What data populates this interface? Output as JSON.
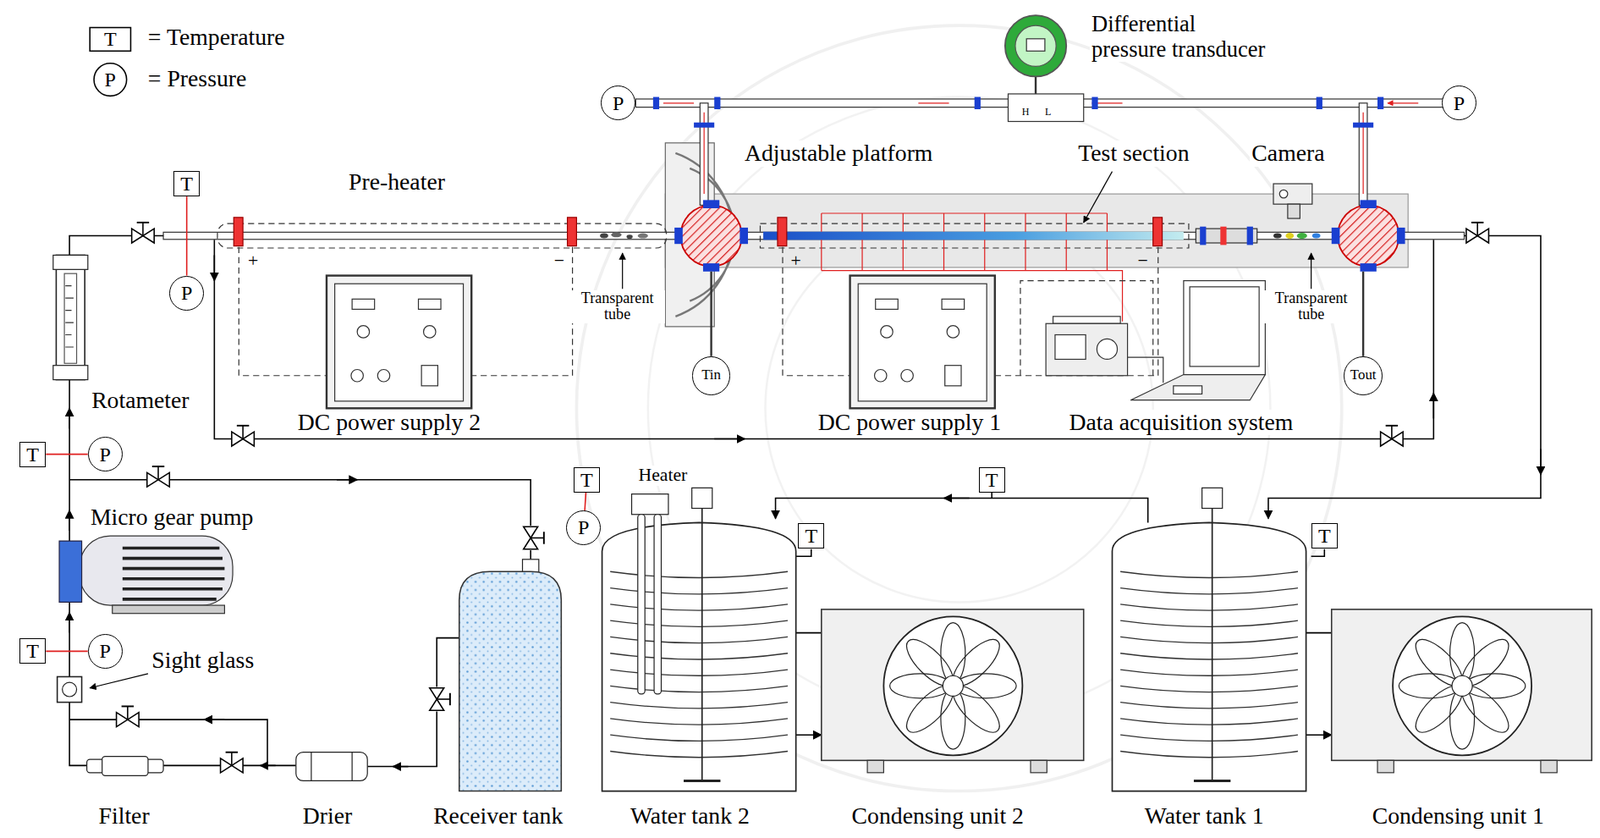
{
  "diagram": {
    "nodes": [
      {
        "text": [
          "T"
        ]
      },
      {
        "text": [
          "P"
        ]
      },
      {
        "text": [
          "P"
        ]
      },
      {
        "text": [
          "P"
        ]
      },
      {
        "text": [
          "Tin"
        ]
      },
      {
        "text": [
          "Tout"
        ]
      },
      {
        "text": [
          "T"
        ]
      },
      {
        "text": [
          "P"
        ]
      },
      {
        "text": [
          "T"
        ]
      },
      {
        "text": [
          "P"
        ]
      },
      {
        "text": [
          "T"
        ]
      },
      {
        "text": [
          "P"
        ]
      },
      {
        "text": [
          "T"
        ]
      },
      {
        "text": [
          "T"
        ]
      },
      {
        "text": [
          "T"
        ]
      }
    ],
    "edges": [
      {
        "from": 0,
        "to": 1,
        "arrow": "none"
      },
      {
        "from": 6,
        "to": 7,
        "arrow": "none"
      },
      {
        "from": 8,
        "to": 9,
        "arrow": "none"
      },
      {
        "from": 10,
        "to": 11,
        "arrow": "none"
      }
    ],
    "labels": [
      "T",
      "P",
      "Pre-heater",
      "Transparent tube",
      "Adjustable platform",
      "Test section",
      "Camera",
      "Differential pressure transducer",
      "Transparent tube",
      "Rotameter",
      "DC power supply 2",
      "DC power supply 1",
      "Data acquisition system",
      "Heater",
      "Micro gear pump",
      "Sight glass",
      "Filter",
      "Drier",
      "Receiver tank",
      "Water tank 2",
      "Condensing unit 2",
      "Water tank 1",
      "Condensing unit 1",
      "+",
      "−",
      "+",
      "−",
      "H",
      "L"
    ],
    "legend": [
      {
        "text": "= Temperature"
      },
      {
        "text": "= Pressure"
      }
    ]
  }
}
